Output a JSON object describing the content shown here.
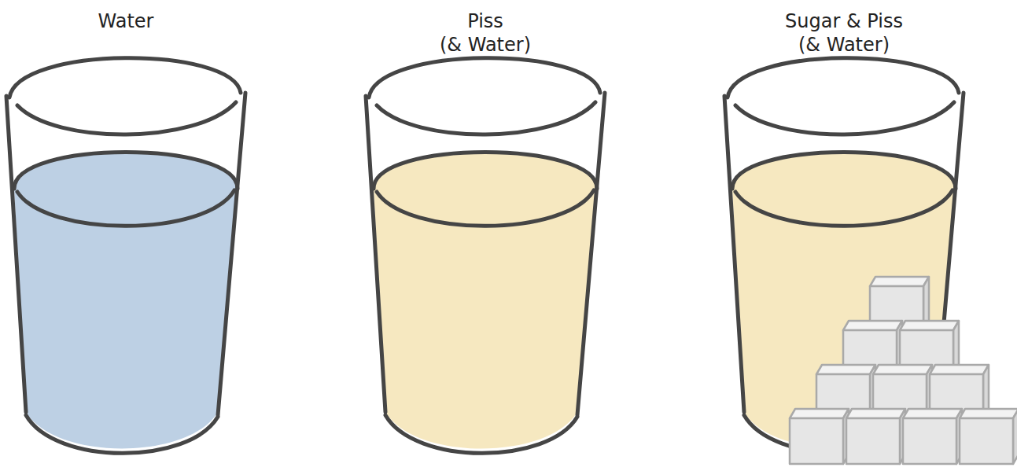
{
  "diagram": {
    "nodes": [
      {
        "text": [
          "Water"
        ]
      },
      {
        "text": [
          "Piss",
          "(& Water)"
        ]
      },
      {
        "text": [
          "Sugar & Piss",
          "(& Water)"
        ]
      }
    ]
  }
}
